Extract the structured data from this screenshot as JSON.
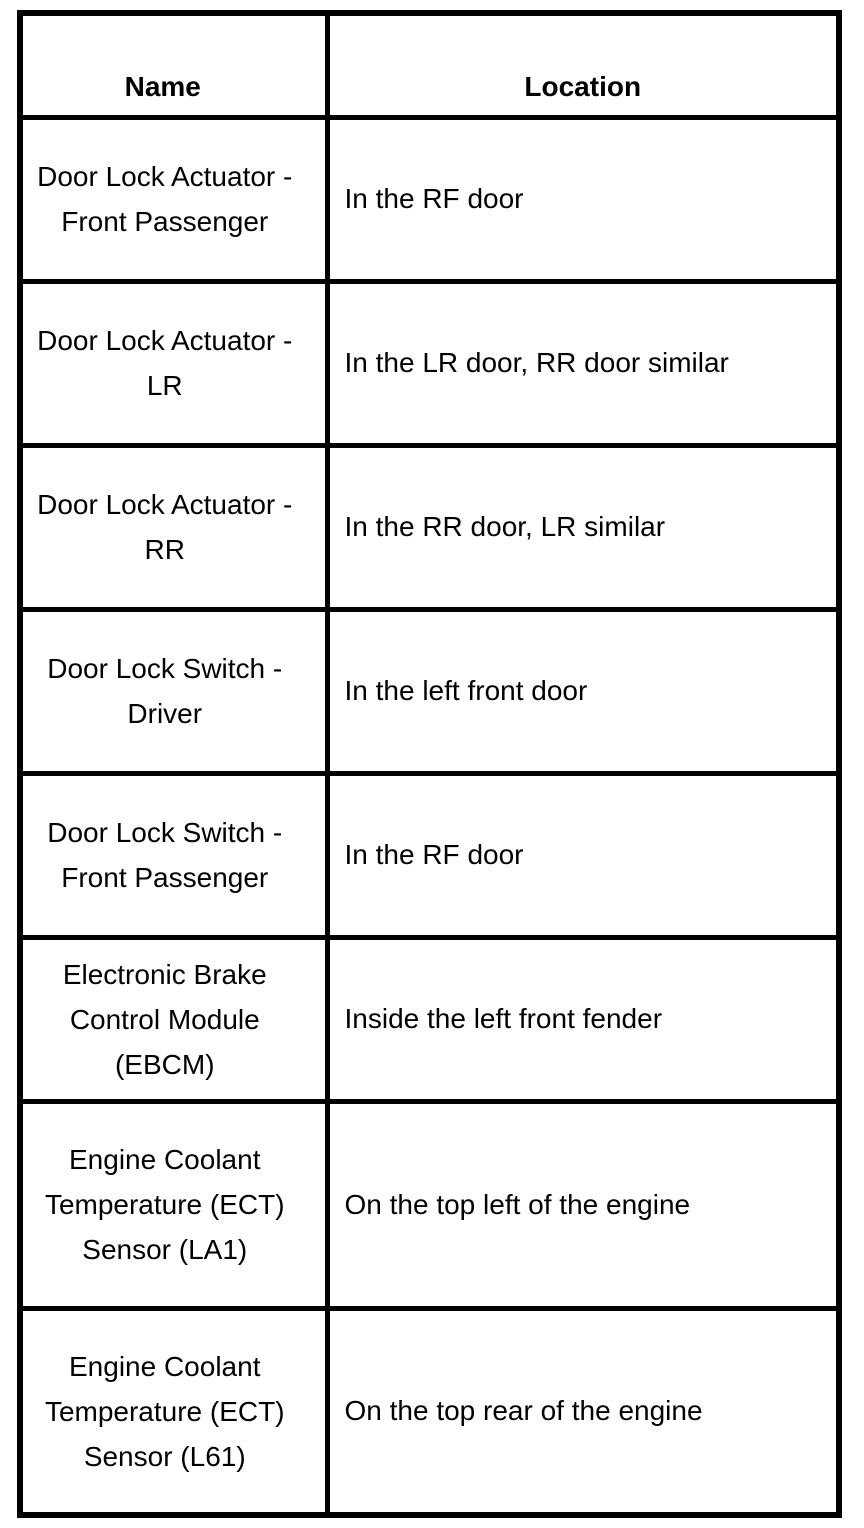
{
  "table": {
    "headers": {
      "name": "Name",
      "location": "Location"
    },
    "rows": [
      {
        "name": "Door Lock Actuator -\nFront Passenger",
        "location": "In the RF door"
      },
      {
        "name": "Door Lock Actuator -\nLR",
        "location": "In the LR door, RR door similar"
      },
      {
        "name": "Door Lock Actuator -\nRR",
        "location": "In the RR door, LR similar"
      },
      {
        "name": "Door Lock Switch -\nDriver",
        "location": "In the left front door"
      },
      {
        "name": "Door Lock Switch -\nFront Passenger",
        "location": "In the RF door"
      },
      {
        "name": "Electronic Brake\nControl Module\n(EBCM)",
        "location": "Inside the left front fender"
      },
      {
        "name": "Engine Coolant\nTemperature (ECT)\nSensor (LA1)",
        "location": "On the top left of the engine"
      },
      {
        "name": "Engine Coolant\nTemperature (ECT)\nSensor (L61)",
        "location": "On the top rear of the engine"
      }
    ]
  }
}
